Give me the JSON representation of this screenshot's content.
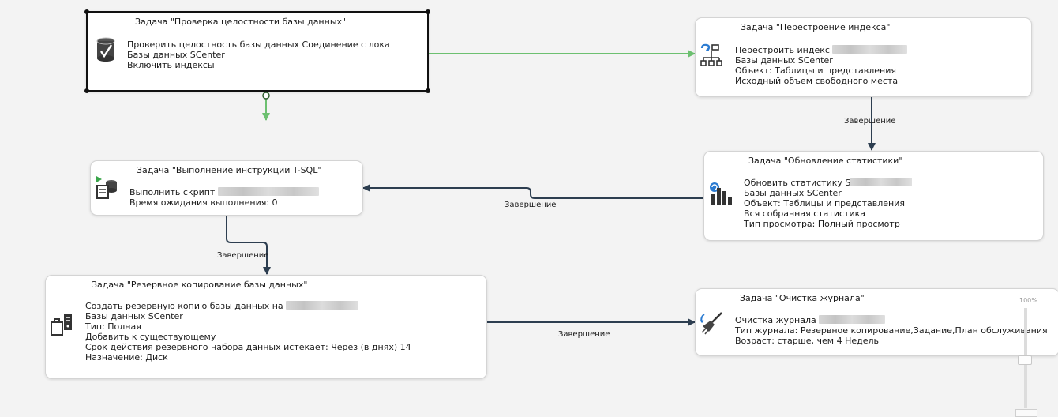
{
  "tasks": {
    "integrity": {
      "title": "Задача \"Проверка целостности базы данных\"",
      "lines": [
        "Проверить целостность базы данных Соединение с лока",
        "Базы данных SCenter",
        "Включить индексы"
      ]
    },
    "rebuild": {
      "title": "Задача \"Перестроение индекса\"",
      "lines": [
        "Перестроить индекс",
        "Базы данных SCenter",
        "Объект: Таблицы и представления",
        "Исходный объем свободного места"
      ]
    },
    "stats": {
      "title": "Задача \"Обновление статистики\"",
      "lines": [
        "Обновить статистику S",
        "Базы данных SCenter",
        "Объект: Таблицы и представления",
        "Вся собранная статистика",
        "Тип просмотра: Полный просмотр"
      ]
    },
    "tsql": {
      "title": "Задача \"Выполнение инструкции T-SQL\"",
      "lines": [
        "Выполнить скрипт",
        "Время ожидания выполнения: 0"
      ]
    },
    "backup": {
      "title": "Задача \"Резервное копирование базы данных\"",
      "lines": [
        "Создать резервную копию базы данных на",
        "Базы данных SCenter",
        "Тип: Полная",
        "Добавить к существующему",
        "Срок действия резервного набора данных истекает: Через (в днях) 14",
        "Назначение: Диск"
      ]
    },
    "cleanup": {
      "title": "Задача \"Очистка журнала\"",
      "lines": [
        "Очистка журнала",
        "Тип журнала: Резервное копирование,Задание,План обслуживания",
        "Возраст: старше, чем 4 Недель"
      ]
    }
  },
  "connectors": {
    "rebuild_to_stats": "Завершение",
    "stats_to_tsql": "Завершение",
    "tsql_to_backup": "Завершение",
    "backup_to_cleanup": "Завершение"
  },
  "zoom": {
    "label": "100%"
  },
  "colors": {
    "success_arrow": "#6cc070",
    "completion_arrow": "#2d3e50"
  }
}
